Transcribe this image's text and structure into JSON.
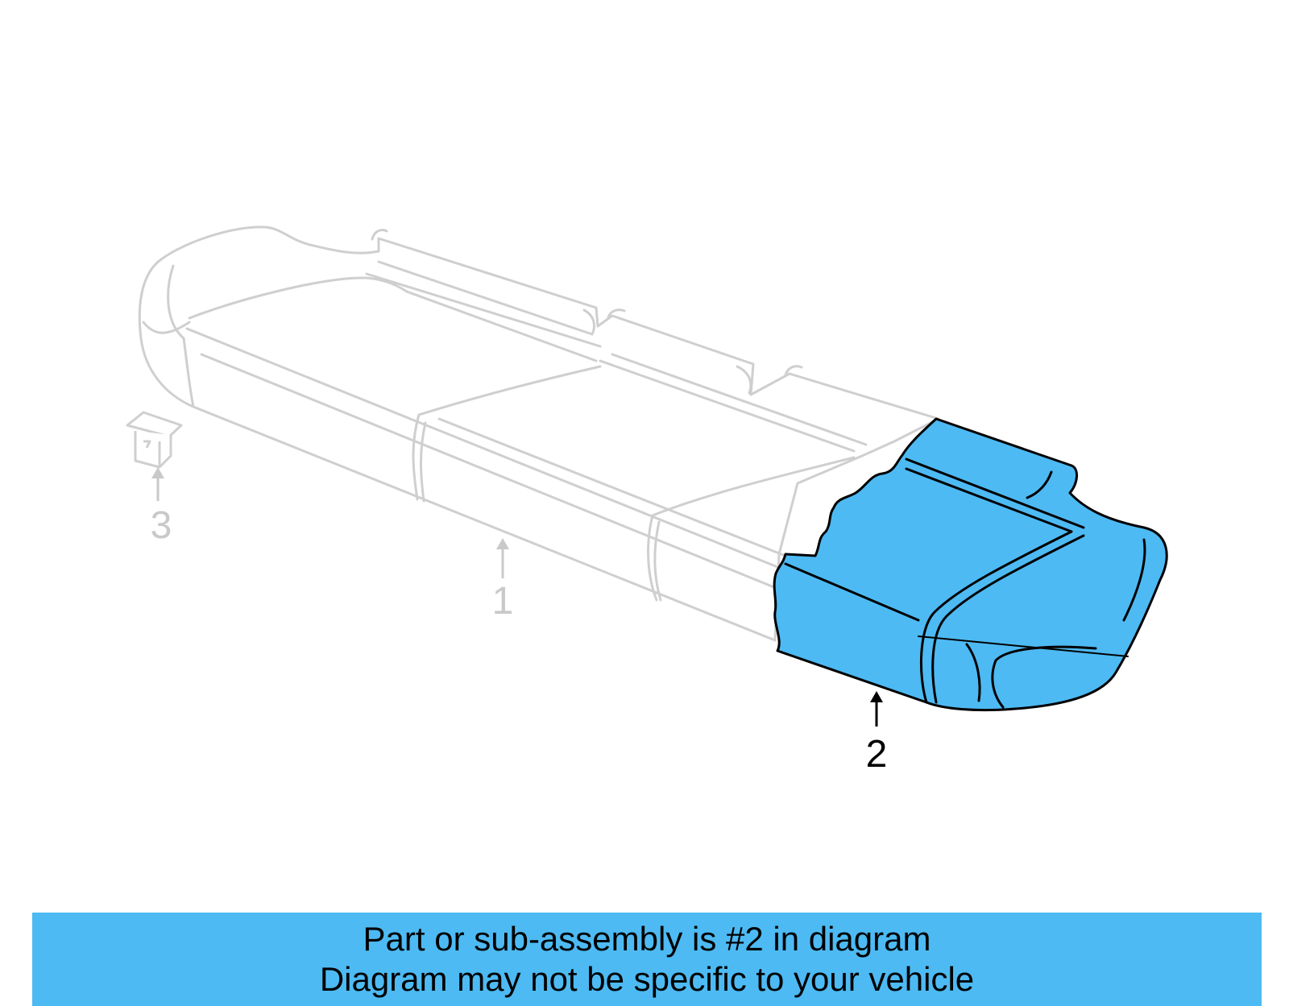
{
  "callouts": [
    {
      "id": "part-1",
      "label": "1",
      "highlighted": false
    },
    {
      "id": "part-2",
      "label": "2",
      "highlighted": true
    },
    {
      "id": "part-3",
      "label": "3",
      "highlighted": false
    }
  ],
  "banner": {
    "line1": "Part or sub-assembly is #2 in diagram",
    "line2": "Diagram may not be specific to your vehicle"
  },
  "colors": {
    "highlight": "#4dbaf3",
    "ghost_outline": "#cfcfcf",
    "outline": "#000000"
  }
}
